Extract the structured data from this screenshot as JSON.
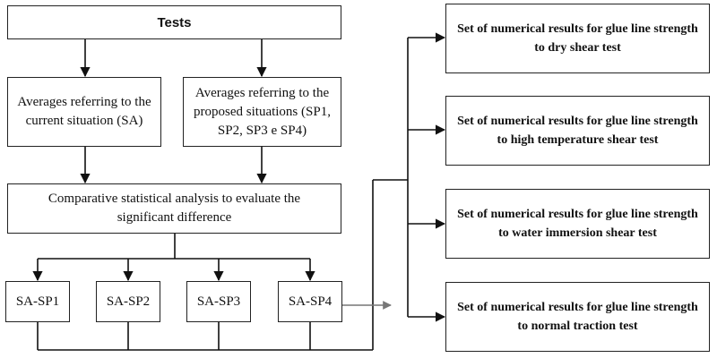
{
  "nodes": {
    "tests": "Tests",
    "current": "Averages referring to the current situation (SA)",
    "proposed": "Averages referring to the proposed situations (SP1, SP2, SP3 e SP4)",
    "analysis": "Comparative statistical analysis to evaluate the significant difference",
    "pairs": [
      "SA-SP1",
      "SA-SP2",
      "SA-SP3",
      "SA-SP4"
    ],
    "results": [
      "Set of numerical results for glue line strength to dry shear test",
      "Set of numerical results for glue line strength to high temperature shear test",
      "Set of numerical results for glue line strength to water immersion shear test",
      "Set of numerical results for glue line strength to normal traction test"
    ]
  },
  "colors": {
    "stroke": "#111111",
    "arrow_gray": "#777777",
    "box_border": "#222222",
    "background": "#ffffff"
  }
}
